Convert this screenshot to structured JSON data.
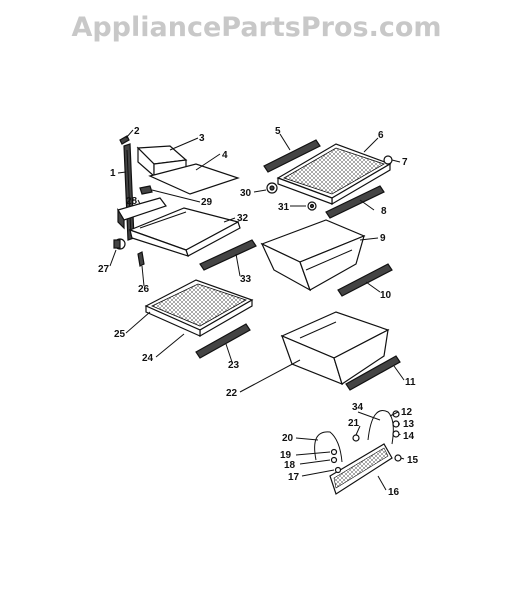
{
  "watermark": "AppliancePartsPros.com",
  "callouts": [
    "1",
    "2",
    "3",
    "4",
    "5",
    "6",
    "7",
    "8",
    "9",
    "10",
    "11",
    "12",
    "13",
    "14",
    "15",
    "16",
    "17",
    "18",
    "19",
    "20",
    "21",
    "22",
    "23",
    "24",
    "25",
    "26",
    "27",
    "28",
    "29",
    "30",
    "31",
    "32",
    "33",
    "34"
  ]
}
